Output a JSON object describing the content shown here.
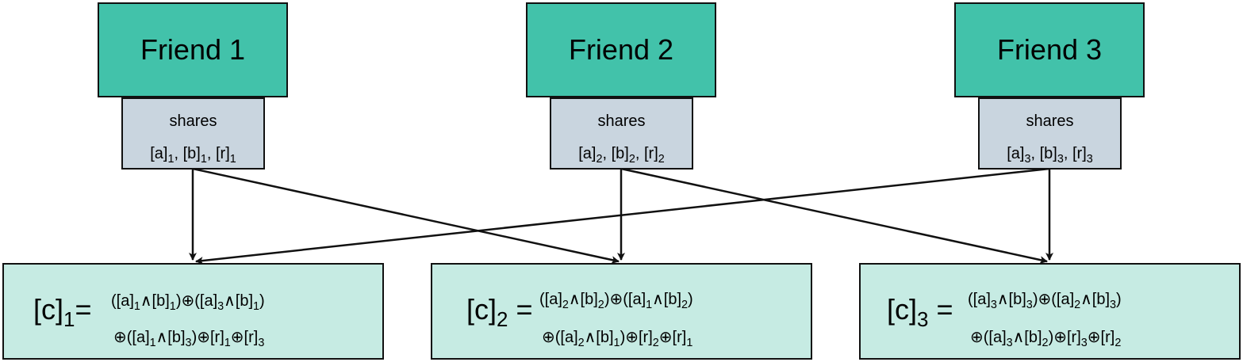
{
  "friends": [
    {
      "name": "Friend 1",
      "shares_label": "shares",
      "shares": [
        {
          "base": "[a]",
          "sub": "1"
        },
        {
          "base": ", [b]",
          "sub": "1"
        },
        {
          "base": ", [r]",
          "sub": "1"
        }
      ]
    },
    {
      "name": "Friend 2",
      "shares_label": "shares",
      "shares": [
        {
          "base": "[a]",
          "sub": "2"
        },
        {
          "base": ", [b]",
          "sub": "2"
        },
        {
          "base": ", [r]",
          "sub": "2"
        }
      ]
    },
    {
      "name": "Friend 3",
      "shares_label": "shares",
      "shares": [
        {
          "base": "[a]",
          "sub": "3"
        },
        {
          "base": ", [b]",
          "sub": "3"
        },
        {
          "base": ", [r]",
          "sub": "3"
        }
      ]
    }
  ],
  "results": [
    {
      "lhs": [
        {
          "base": "[c]",
          "sub": "1"
        },
        {
          "base": "="
        }
      ],
      "line1": [
        {
          "base": "([a]",
          "sub": "1"
        },
        {
          "base": "∧[b]",
          "sub": "1"
        },
        {
          "base": ")⊕([a]",
          "sub": "3"
        },
        {
          "base": "∧[b]",
          "sub": "1"
        },
        {
          "base": ")"
        }
      ],
      "line2": [
        {
          "base": "⊕([a]",
          "sub": "1"
        },
        {
          "base": "∧[b]",
          "sub": "3"
        },
        {
          "base": ")⊕[r]",
          "sub": "1"
        },
        {
          "base": "⊕[r]",
          "sub": "3"
        }
      ]
    },
    {
      "lhs": [
        {
          "base": "[c]",
          "sub": "2"
        },
        {
          "base": " ="
        }
      ],
      "line1": [
        {
          "base": "([a]",
          "sub": "2"
        },
        {
          "base": "∧[b]",
          "sub": "2"
        },
        {
          "base": ")⊕([a]",
          "sub": "1"
        },
        {
          "base": "∧[b]",
          "sub": "2"
        },
        {
          "base": ")"
        }
      ],
      "line2": [
        {
          "base": "⊕([a]",
          "sub": "2"
        },
        {
          "base": "∧[b]",
          "sub": "1"
        },
        {
          "base": ")⊕[r]",
          "sub": "2"
        },
        {
          "base": "⊕[r]",
          "sub": "1"
        }
      ]
    },
    {
      "lhs": [
        {
          "base": "[c]",
          "sub": "3"
        },
        {
          "base": " ="
        }
      ],
      "line1": [
        {
          "base": "([a]",
          "sub": "3"
        },
        {
          "base": "∧[b]",
          "sub": "3"
        },
        {
          "base": ")⊕([a]",
          "sub": "2"
        },
        {
          "base": "∧[b]",
          "sub": "3"
        },
        {
          "base": ")"
        }
      ],
      "line2": [
        {
          "base": "⊕([a]",
          "sub": "3"
        },
        {
          "base": "∧[b]",
          "sub": "2"
        },
        {
          "base": ")⊕[r]",
          "sub": "3"
        },
        {
          "base": "⊕[r]",
          "sub": "2"
        }
      ]
    }
  ],
  "colors": {
    "friend_fill": "#42c2aa",
    "shares_fill": "#c9d5df",
    "result_fill": "#c6ebe3",
    "stroke": "#111111"
  }
}
